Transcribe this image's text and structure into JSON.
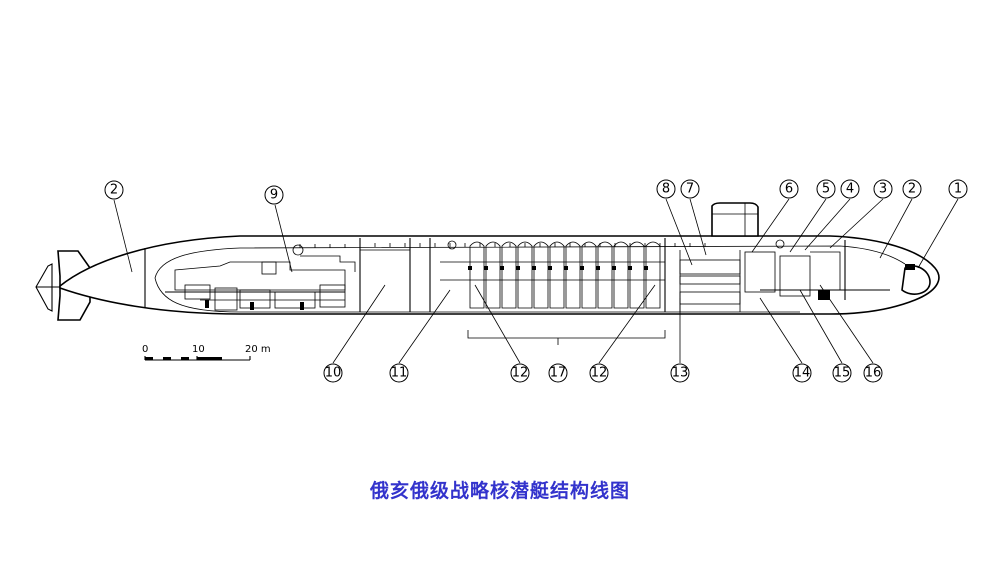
{
  "caption": {
    "text": "俄亥俄级战略核潜艇结构线图",
    "color": "#3333cc"
  },
  "scale_bar": {
    "labels": [
      "0",
      "10",
      "20 m"
    ]
  },
  "callouts": [
    {
      "id": "c-1-bow",
      "label": "1"
    },
    {
      "id": "c-2-bow",
      "label": "2"
    },
    {
      "id": "c-3",
      "label": "3"
    },
    {
      "id": "c-4",
      "label": "4"
    },
    {
      "id": "c-5",
      "label": "5"
    },
    {
      "id": "c-6",
      "label": "6"
    },
    {
      "id": "c-7",
      "label": "7"
    },
    {
      "id": "c-8",
      "label": "8"
    },
    {
      "id": "c-9",
      "label": "9"
    },
    {
      "id": "c-2-stern",
      "label": "2"
    },
    {
      "id": "c-10",
      "label": "10"
    },
    {
      "id": "c-11",
      "label": "11"
    },
    {
      "id": "c-12-left",
      "label": "12"
    },
    {
      "id": "c-17",
      "label": "17"
    },
    {
      "id": "c-12-right",
      "label": "12"
    },
    {
      "id": "c-13",
      "label": "13"
    },
    {
      "id": "c-14",
      "label": "14"
    },
    {
      "id": "c-15",
      "label": "15"
    },
    {
      "id": "c-16",
      "label": "16"
    }
  ]
}
